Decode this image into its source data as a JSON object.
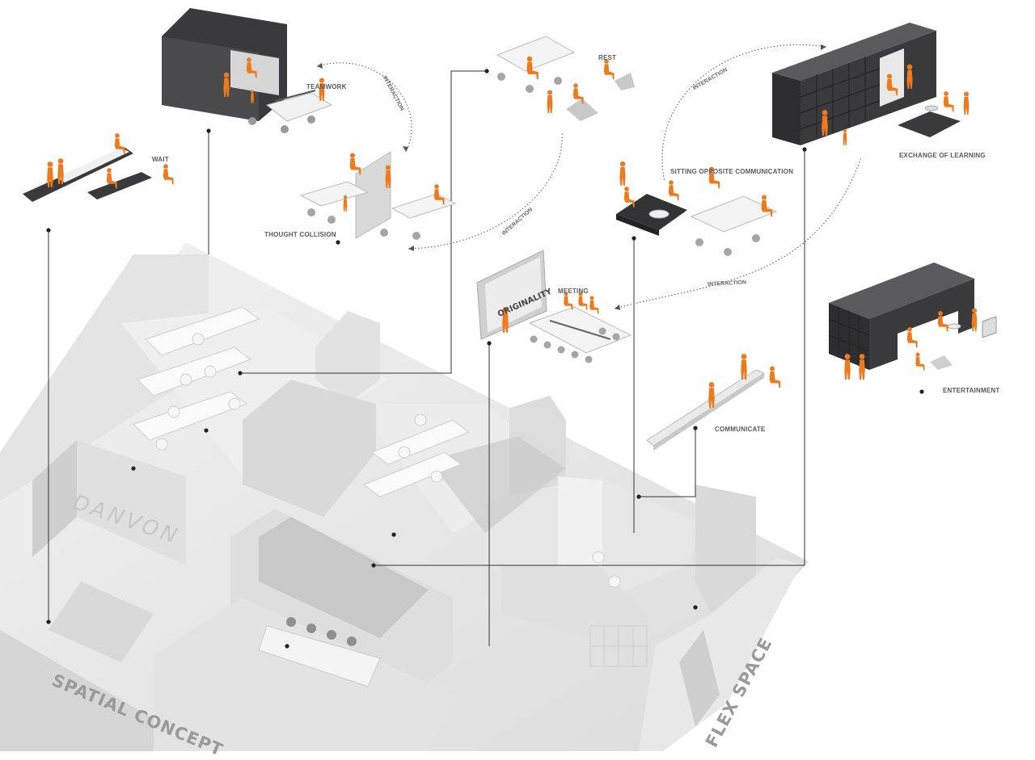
{
  "colors": {
    "accent": "#ee7a1e",
    "dark_block": "#3a3a3c",
    "floor": "#e9e9e9",
    "leader_line": "#333333"
  },
  "labels": {
    "teamwork": "TEAMWORK",
    "wait": "WAIT",
    "thought_collision": "THOUGHT COLLISION",
    "rest": "REST",
    "exchange_of_learning": "EXCHANGE OF LEARNING",
    "sitting_opposite_communication": "SITTING OPPOSITE COMMUNICATION",
    "meeting": "MEETING",
    "entertainment": "ENTERTAINMENT",
    "communicate": "COMMUNICATE"
  },
  "interaction_label": "INTERACTION",
  "poster_text": "ORIGINALITY",
  "floor_sign_text": "DANVON",
  "titles": {
    "spatial_concept": "SPATIAL CONCEPT",
    "flex_space": "FLEX SPACE"
  },
  "icons": [
    "person-figure-icon",
    "chair-icon",
    "desk-icon",
    "sofa-icon",
    "bookshelf-icon",
    "whiteboard-icon"
  ]
}
